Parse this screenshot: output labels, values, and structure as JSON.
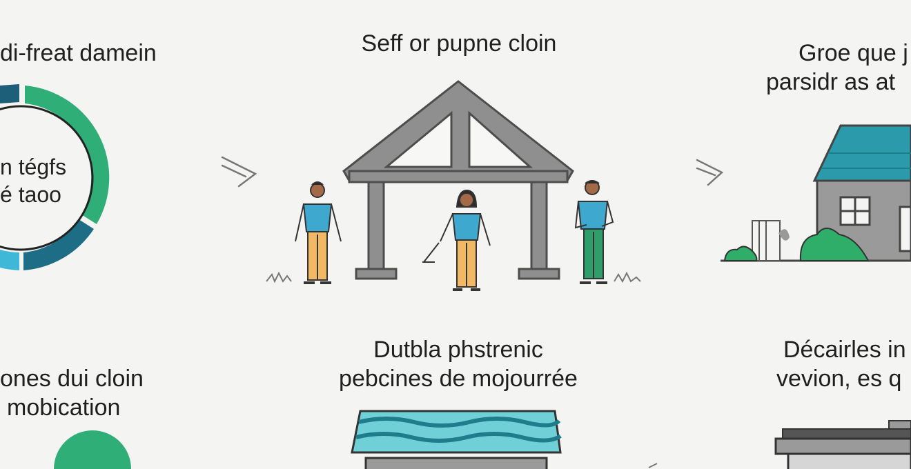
{
  "panels": {
    "top_left": {
      "caption": "di-freat damein",
      "donut_line1": "n tégfs",
      "donut_line2": "é taoo"
    },
    "top_center": {
      "caption": "Seff or pupne cloin"
    },
    "top_right": {
      "caption_line1": "Groe que j",
      "caption_line2": "parsidr as at"
    },
    "bottom_left": {
      "caption_line1": "ones dui cloin",
      "caption_line2": "mobication"
    },
    "bottom_center": {
      "caption_line1": "Dutbla phstrenic",
      "caption_line2": "pebcines de mojourrée"
    },
    "bottom_right": {
      "caption_line1": "Décairles in",
      "caption_line2": "vevion, es q"
    }
  },
  "colors": {
    "green": "#2fae78",
    "teal_dark": "#1d6d86",
    "cyan": "#3fb8d8",
    "roof_teal": "#2b9aaa",
    "gray": "#8f8f8f",
    "gray_dark": "#4d4d4d",
    "shirt": "#3ea8cf",
    "pants_orange": "#f2b863",
    "pants_green": "#2f9e6a",
    "water": "#6fd0d8"
  },
  "icons": [
    "donut-chart-icon",
    "arrow-right-icon",
    "house-frame-icon",
    "person-icon",
    "house-icon",
    "shrub-icon",
    "water-roof-icon",
    "building-icon"
  ]
}
